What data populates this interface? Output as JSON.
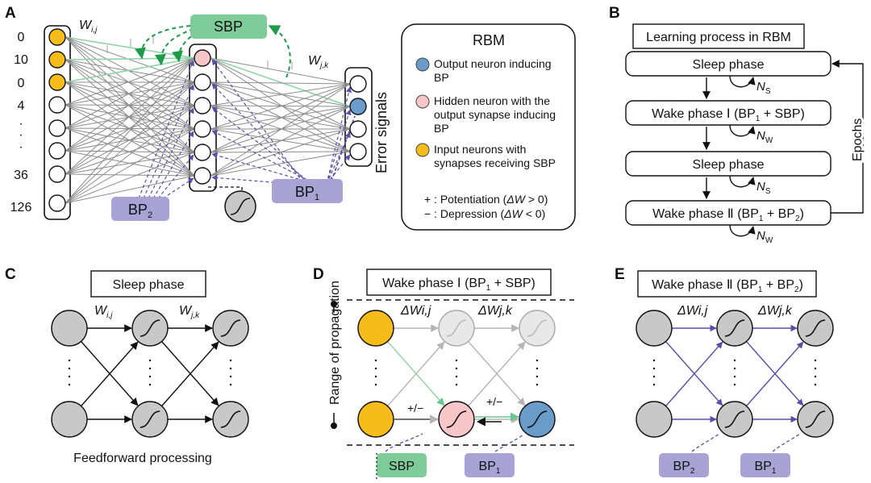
{
  "panel_labels": {
    "a": "A",
    "b": "B",
    "c": "C",
    "d": "D",
    "e": "E"
  },
  "panel_a": {
    "input_values": [
      "0",
      "10",
      "0",
      "4",
      "·",
      "·",
      "·",
      "36",
      "126"
    ],
    "weight_ij": {
      "base": "W",
      "sub": "i,j"
    },
    "weight_jk": {
      "base": "W",
      "sub": "j,k"
    },
    "sbp_label": "SBP",
    "bp1": {
      "base": "BP",
      "sub": "1"
    },
    "bp2": {
      "base": "BP",
      "sub": "2"
    },
    "error_signals": "Error signals"
  },
  "legend": {
    "title": "RBM",
    "items": [
      {
        "lines": [
          "Output neuron inducing",
          "BP"
        ],
        "color": "#6a9cc9"
      },
      {
        "lines": [
          "Hidden neuron with the",
          "output synapse inducing",
          "BP"
        ],
        "color": "#f7c6c9"
      },
      {
        "lines": [
          "Input neurons with",
          "synapses receiving SBP"
        ],
        "color": "#f6bd1a"
      }
    ],
    "potentiation": {
      "prefix": "+ : Potentiation (",
      "delta": "ΔW",
      "cond": " > 0)"
    },
    "depression": {
      "prefix": "− : Depression (",
      "delta": "ΔW",
      "cond": " < 0)"
    }
  },
  "panel_b": {
    "title": "Learning process in RBM",
    "steps": [
      {
        "label": "Sleep phase",
        "n": "N",
        "nsub": "S"
      },
      {
        "label": "Wake phase Ⅰ (BP",
        "sub": "1",
        "tail": " + SBP)",
        "n": "N",
        "nsub": "W"
      },
      {
        "label": "Sleep phase",
        "n": "N",
        "nsub": "S"
      },
      {
        "label": "Wake phase Ⅱ (BP",
        "sub": "1",
        "tail": " + BP",
        "sub2": "2",
        "tail2": ")",
        "n": "N",
        "nsub": "W"
      }
    ],
    "epochs": "Epochs"
  },
  "panel_c": {
    "title": "Sleep phase",
    "w_ij": {
      "base": "W",
      "sub": "i,j"
    },
    "w_jk": {
      "base": "W",
      "sub": "j,k"
    },
    "caption": "Feedforward processing"
  },
  "panel_d": {
    "title": {
      "pre": "Wake phase Ⅰ (BP",
      "sub": "1",
      "post": " + SBP)"
    },
    "dw_ij": "ΔWi,j",
    "dw_jk": "ΔWj,k",
    "plus_minus": "+/−",
    "range_label": "Range of propagation",
    "sbp_label": "SBP",
    "bp1": {
      "base": "BP",
      "sub": "1"
    }
  },
  "panel_e": {
    "title": {
      "pre": "Wake phase Ⅱ (BP",
      "sub": "1",
      "mid": " + BP",
      "sub2": "2",
      "post": ")"
    },
    "dw_ij": "ΔWi,j",
    "dw_jk": "ΔWj,k",
    "bp2": {
      "base": "BP",
      "sub": "2"
    },
    "bp1": {
      "base": "BP",
      "sub": "1"
    }
  },
  "colors": {
    "input_neuron": "#f6bd1a",
    "hidden_neuron": "#f7c6c9",
    "output_neuron": "#6a9cc9",
    "neutral_neuron": "#c8c8c8",
    "faded_neuron": "#e8e8e8",
    "sbp_box": "#7fcc9b",
    "bp_box": "#a8a3d4",
    "bp_arrow": "#5a4fa8",
    "sbp_arrow": "#1f9a4a",
    "grey_edge": "#8c8c8c",
    "green_edge": "#8fd3a8"
  }
}
